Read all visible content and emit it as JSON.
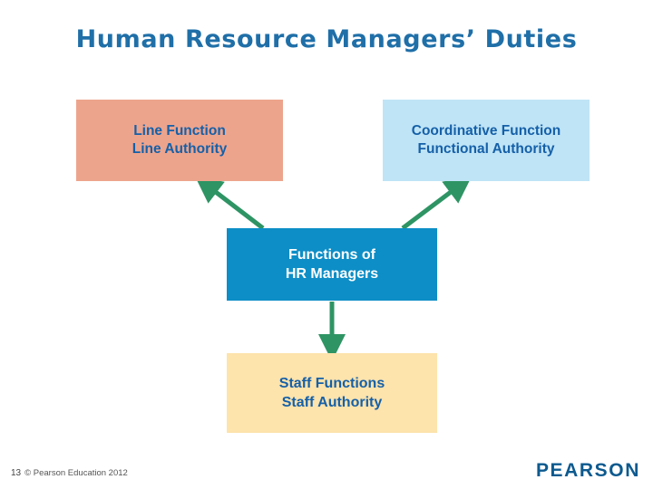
{
  "slide": {
    "title": "Human Resource Managers’ Duties",
    "boxes": {
      "line": {
        "line1": "Line Function",
        "line2": "Line Authority",
        "color": "#eda48d",
        "text_color": "#1560a8"
      },
      "coordinative": {
        "line1": "Coordinative Function",
        "line2": "Functional Authority",
        "color": "#bfe4f6",
        "text_color": "#1560a8"
      },
      "center": {
        "line1": "Functions of",
        "line2": "HR Managers",
        "color": "#0d8ec6",
        "text_color": "#ffffff"
      },
      "staff": {
        "line1": "Staff Functions",
        "line2": "Staff Authority",
        "color": "#fde3ac",
        "text_color": "#1560a8"
      }
    },
    "arrows": {
      "color": "#2e9464",
      "items": [
        {
          "name": "arrow-to-line-function",
          "from": "center-box-top-left",
          "to": "line-function-box"
        },
        {
          "name": "arrow-to-coordinative-function",
          "from": "center-box-top-right",
          "to": "coordinative-function-box"
        },
        {
          "name": "arrow-to-staff-functions",
          "from": "center-box-bottom",
          "to": "staff-functions-box"
        }
      ]
    }
  },
  "footer": {
    "page_number": "13",
    "copyright": "© Pearson Education 2012",
    "brand": "PEARSON"
  },
  "chart_data": {
    "type": "diagram",
    "title": "Human Resource Managers’ Duties",
    "nodes": [
      {
        "id": "center",
        "label": "Functions of HR Managers"
      },
      {
        "id": "line",
        "label": "Line Function / Line Authority"
      },
      {
        "id": "coordinative",
        "label": "Coordinative Function / Functional Authority"
      },
      {
        "id": "staff",
        "label": "Staff Functions / Staff Authority"
      }
    ],
    "edges": [
      {
        "from": "center",
        "to": "line"
      },
      {
        "from": "center",
        "to": "coordinative"
      },
      {
        "from": "center",
        "to": "staff"
      }
    ]
  }
}
